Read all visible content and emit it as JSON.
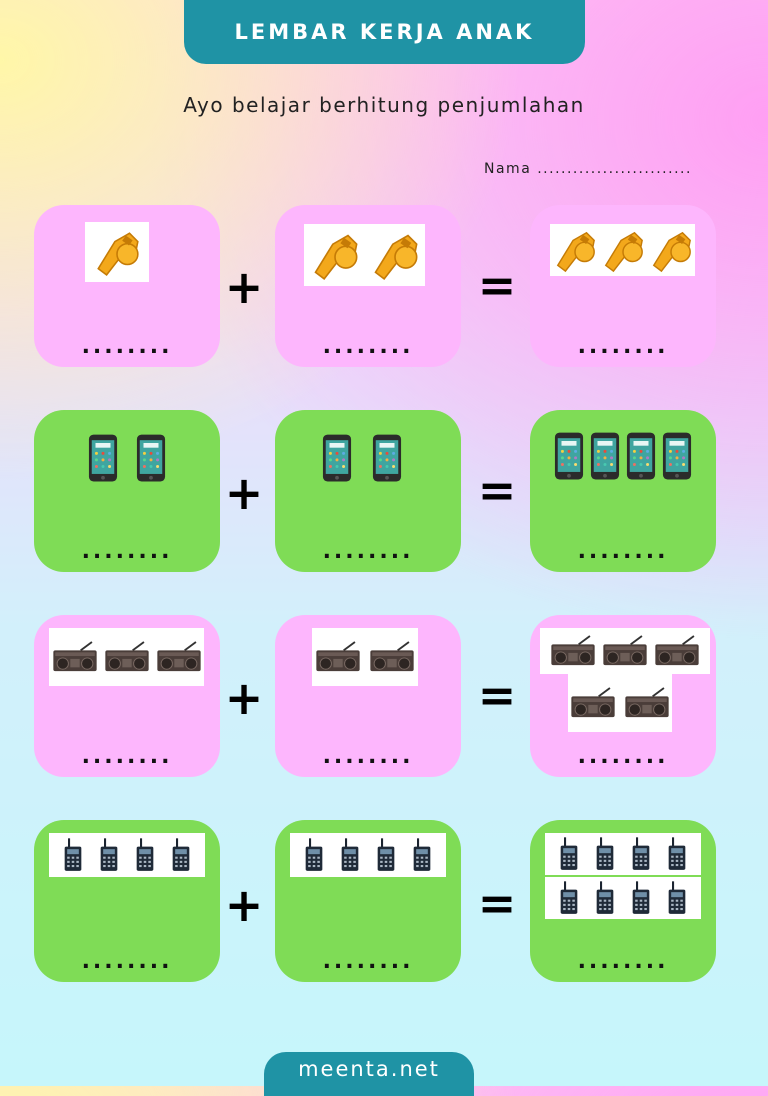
{
  "header": {
    "title": "LEMBAR KERJA ANAK"
  },
  "subtitle": "Ayo belajar berhitung penjumlahan",
  "name_label": "Nama ..........................",
  "answer_blank": "........",
  "operators": {
    "plus": "+",
    "equals": "="
  },
  "rows": [
    {
      "color": "pink",
      "item": "whistle-icon",
      "counts": [
        1,
        2,
        3
      ]
    },
    {
      "color": "green",
      "item": "smartphone-icon",
      "counts": [
        2,
        2,
        4
      ]
    },
    {
      "color": "pink",
      "item": "radio-icon",
      "counts": [
        3,
        2,
        5
      ]
    },
    {
      "color": "green",
      "item": "walkie-talkie-icon",
      "counts": [
        4,
        4,
        8
      ]
    }
  ],
  "colors": {
    "header_bg": "#1f93a5",
    "card_pink": "#fdb6fd",
    "card_green": "#7fdc56"
  },
  "footer": {
    "site": "meenta.net"
  }
}
